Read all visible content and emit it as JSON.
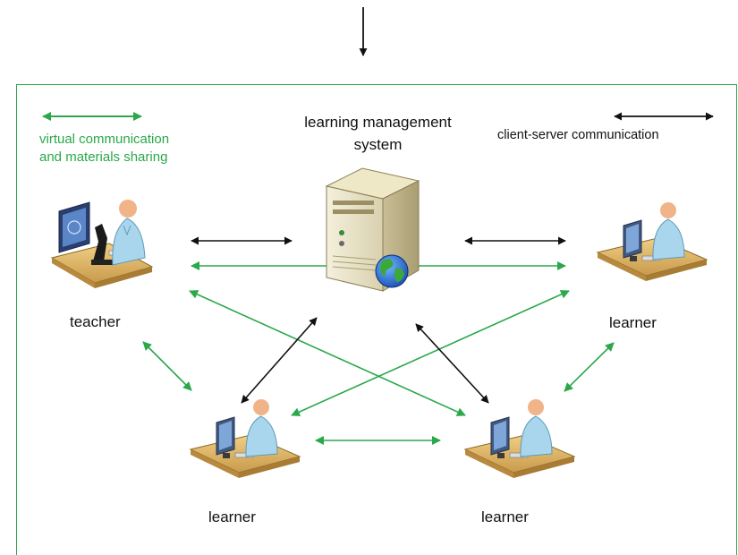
{
  "legend": {
    "green_line1": "virtual communication",
    "green_line2": "and materials sharing",
    "black": "client-server communication"
  },
  "server": {
    "line1": "learning management",
    "line2": "system"
  },
  "nodes": {
    "teacher": "teacher",
    "learner_right": "learner",
    "learner_bottom_left": "learner",
    "learner_bottom_right": "learner"
  },
  "colors": {
    "green": "#2aa84a",
    "black": "#111111"
  },
  "icons": [
    "server-globe-icon",
    "teacher-microscope-icon",
    "learner-computer-icon"
  ]
}
